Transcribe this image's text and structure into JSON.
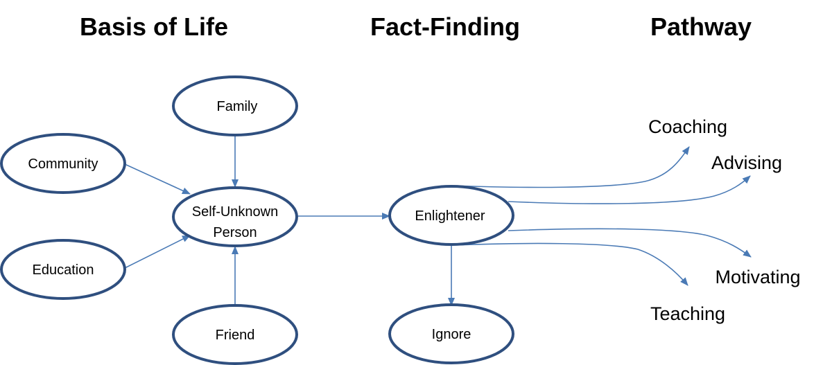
{
  "headings": {
    "basis": "Basis of Life",
    "fact_finding": "Fact-Finding",
    "pathway": "Pathway"
  },
  "nodes": {
    "family": "Family",
    "community": "Community",
    "education": "Education",
    "friend": "Friend",
    "self_unknown_line1": "Self-Unknown",
    "self_unknown_line2": "Person",
    "enlightener": "Enlightener",
    "ignore": "Ignore"
  },
  "outcomes": {
    "coaching": "Coaching",
    "advising": "Advising",
    "motivating": "Motivating",
    "teaching": "Teaching"
  },
  "colors": {
    "ellipse_stroke": "#2f4f7f",
    "arrow": "#4a7ab5"
  }
}
